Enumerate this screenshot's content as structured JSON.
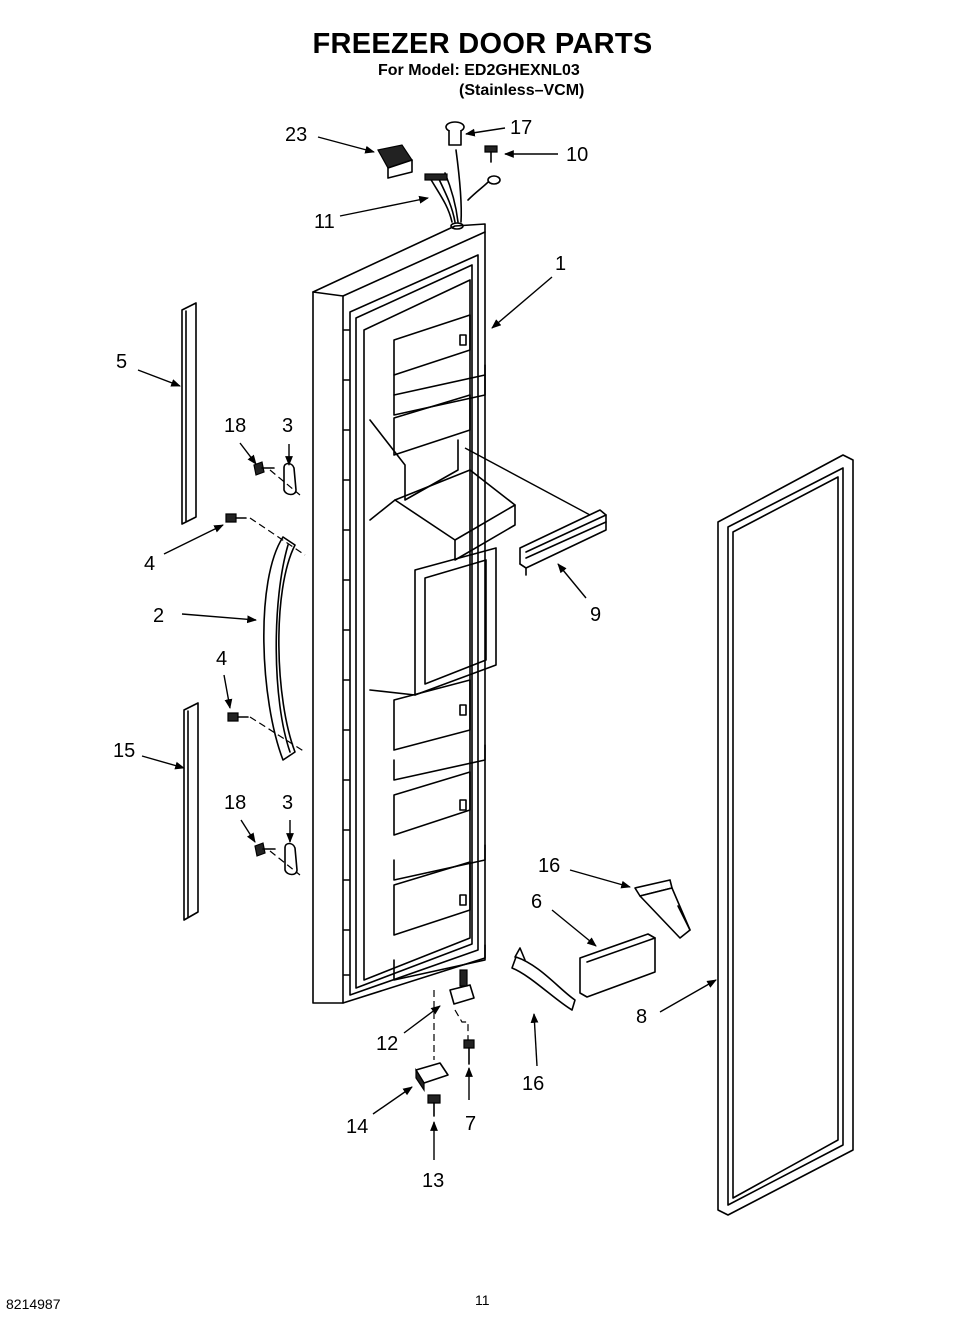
{
  "header": {
    "title": "FREEZER DOOR PARTS",
    "model_line": "For Model: ED2GHEXNL03",
    "variant_line": "(Stainless–VCM)"
  },
  "footer": {
    "document_number": "8214987",
    "page_number": "11"
  },
  "callouts": {
    "c1": "1",
    "c2": "2",
    "c3a": "3",
    "c3b": "3",
    "c4a": "4",
    "c4b": "4",
    "c5": "5",
    "c6": "6",
    "c7": "7",
    "c8": "8",
    "c9": "9",
    "c10": "10",
    "c11": "11",
    "c12": "12",
    "c13": "13",
    "c14": "14",
    "c15": "15",
    "c16a": "16",
    "c16b": "16",
    "c17": "17",
    "c18a": "18",
    "c18b": "18",
    "c23": "23"
  }
}
